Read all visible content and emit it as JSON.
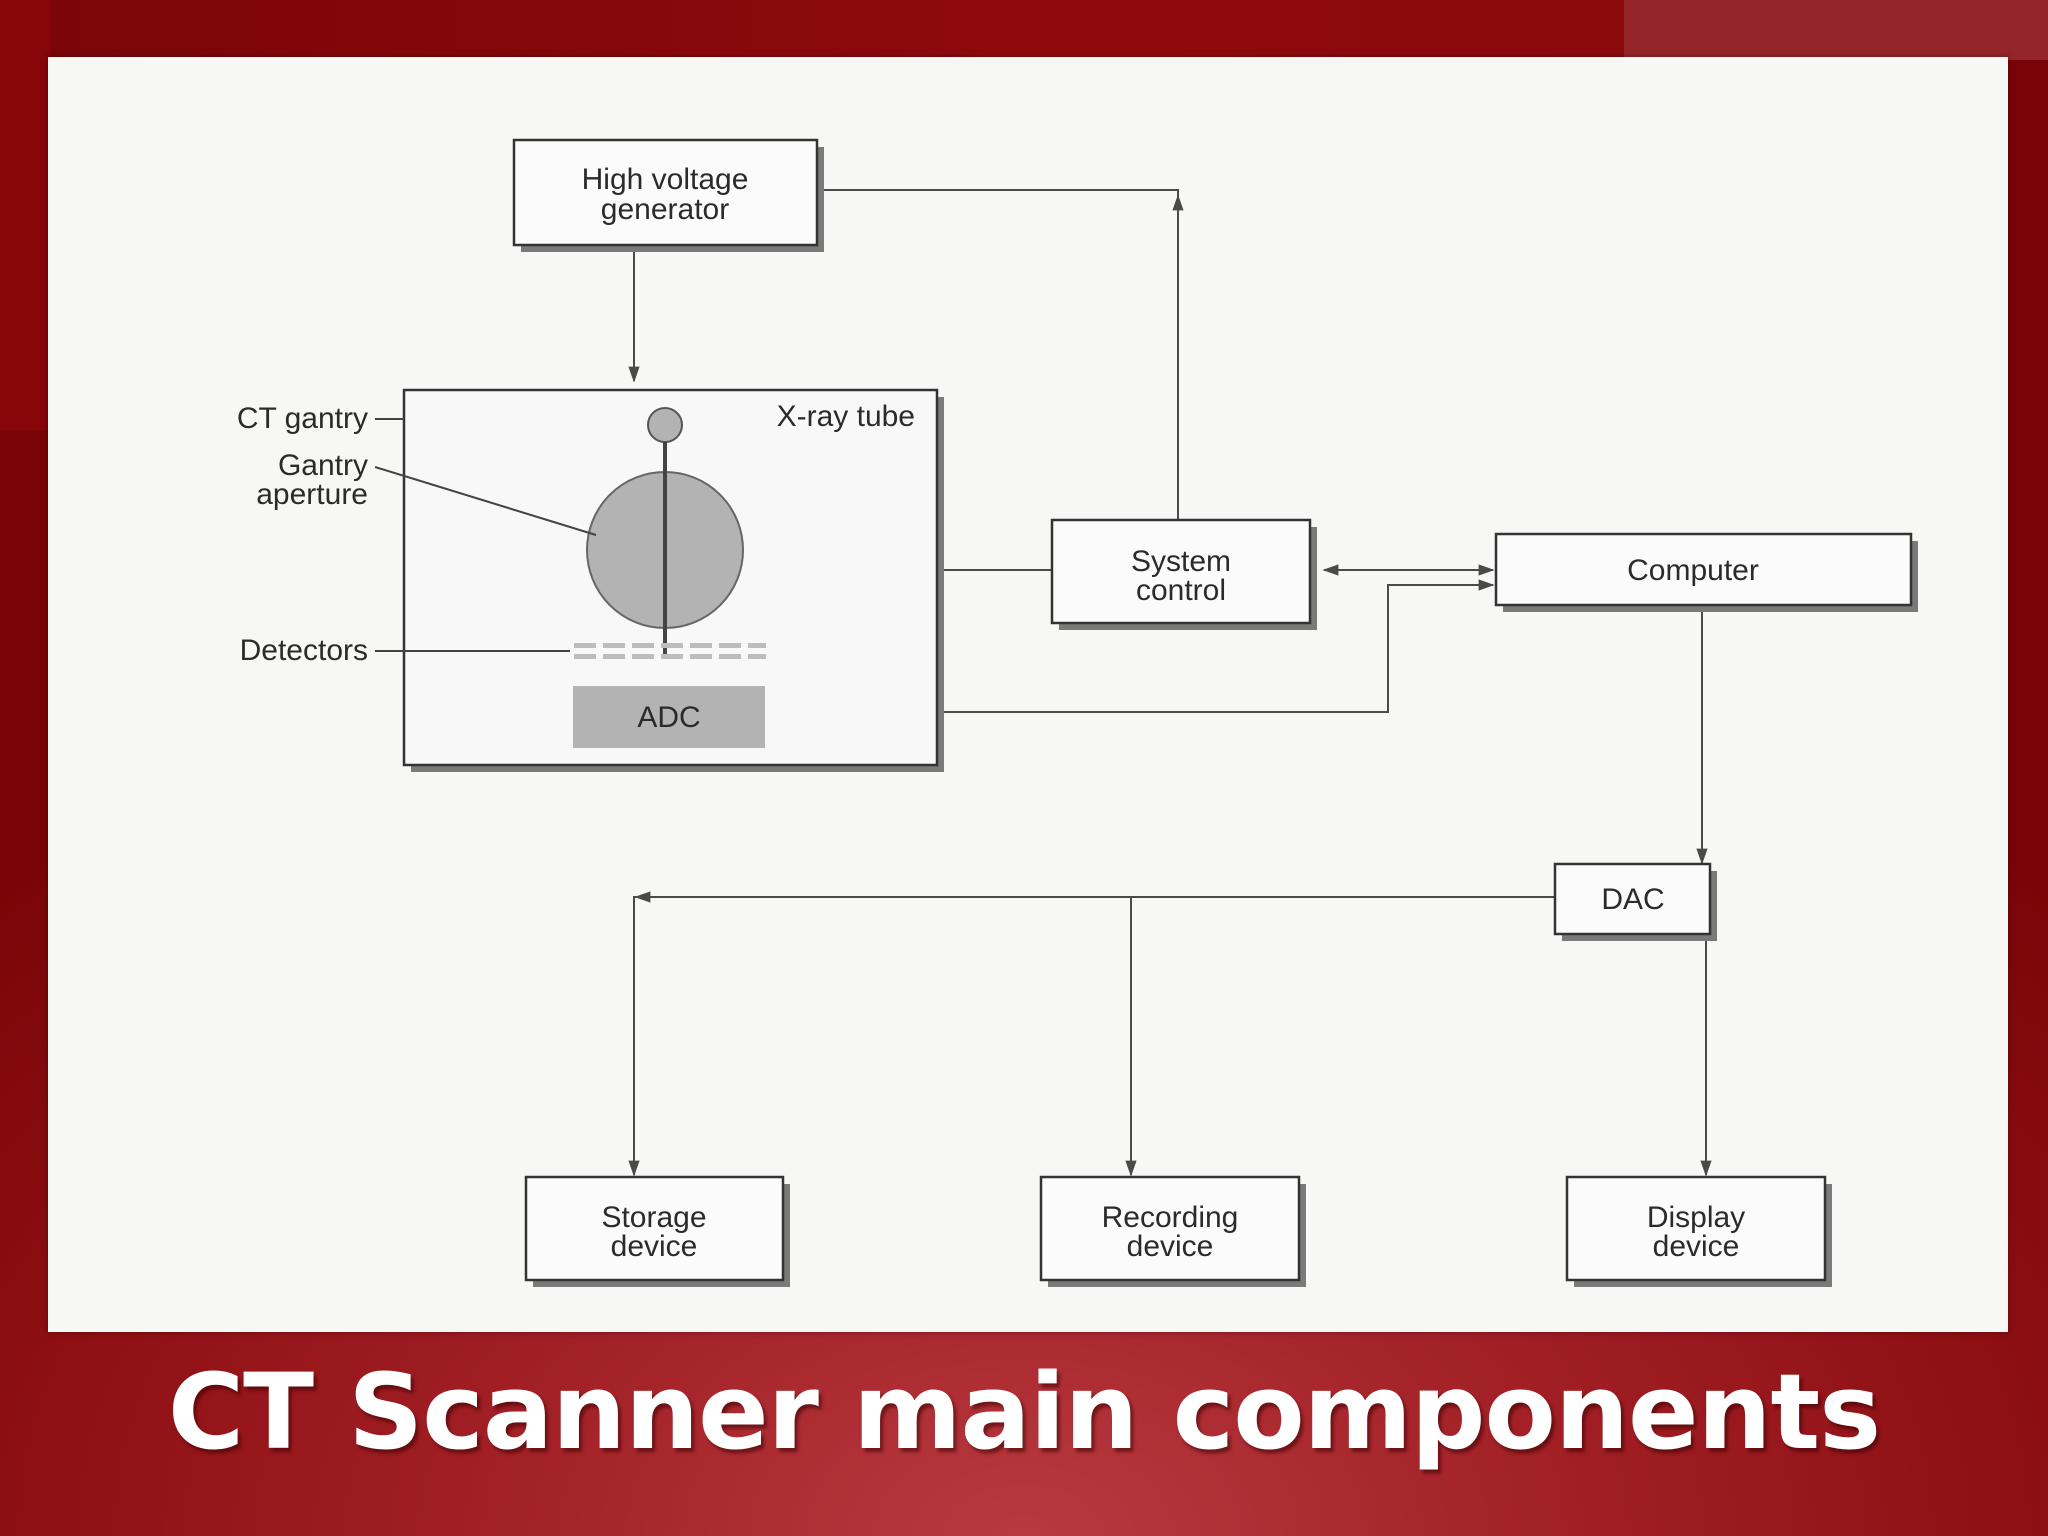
{
  "slide": {
    "title": "CT Scanner main components"
  },
  "diagram": {
    "nodes": {
      "high_voltage_generator": {
        "line1": "High voltage",
        "line2": "generator"
      },
      "system_control": {
        "line1": "System",
        "line2": "control"
      },
      "computer": {
        "label": "Computer"
      },
      "dac": {
        "label": "DAC"
      },
      "storage_device": {
        "line1": "Storage",
        "line2": "device"
      },
      "recording_device": {
        "line1": "Recording",
        "line2": "device"
      },
      "display_device": {
        "line1": "Display",
        "line2": "device"
      },
      "adc": {
        "label": "ADC"
      }
    },
    "gantry_labels": {
      "ct_gantry": "CT gantry",
      "gantry_aperture_line1": "Gantry",
      "gantry_aperture_line2": "aperture",
      "detectors": "Detectors",
      "xray_tube": "X-ray tube"
    },
    "colors": {
      "box_stroke": "#333333",
      "box_shadow": "#7a7a7a",
      "fill_gray": "#b3b3b3",
      "line": "#4a4a4a"
    }
  }
}
